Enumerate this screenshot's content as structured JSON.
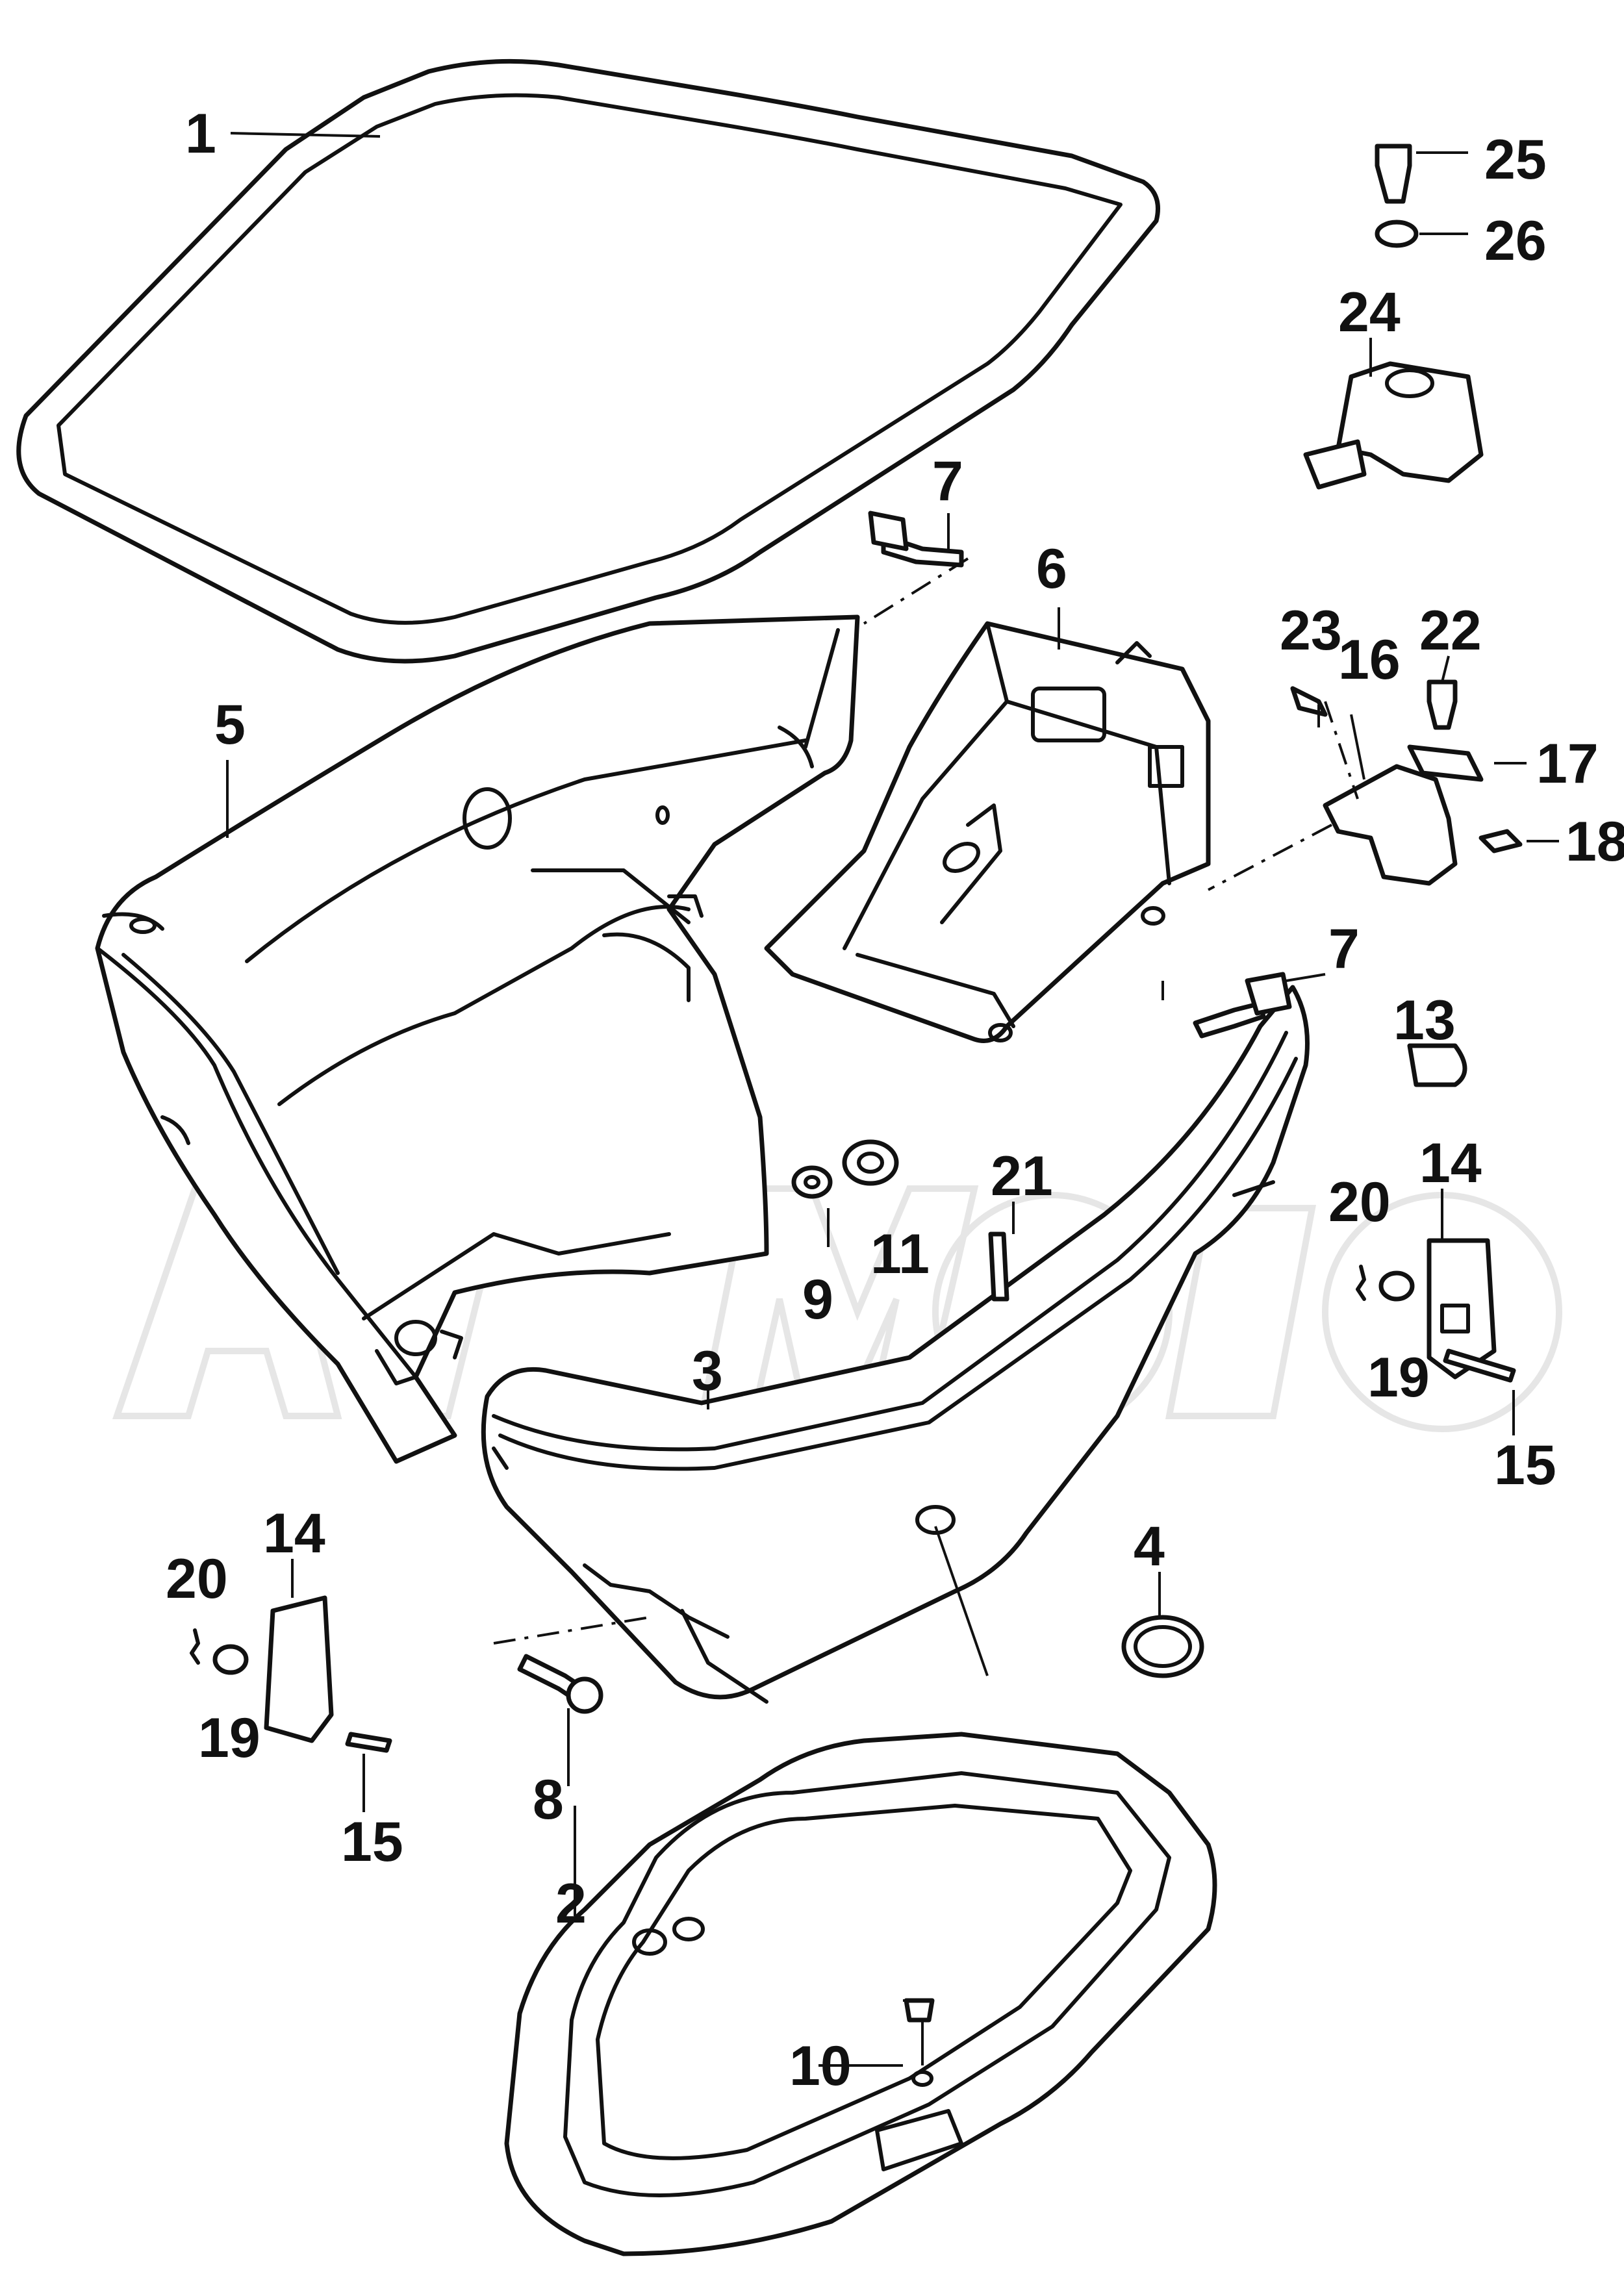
{
  "diagram": {
    "type": "exploded-parts-diagram",
    "callouts": [
      "1",
      "2",
      "3",
      "4",
      "5",
      "6",
      "7",
      "7",
      "8",
      "9",
      "10",
      "11",
      "13",
      "14",
      "14",
      "15",
      "15",
      "16",
      "17",
      "18",
      "19",
      "19",
      "20",
      "20",
      "21",
      "22",
      "23",
      "24",
      "25",
      "26"
    ],
    "colors": {
      "line": "#111111",
      "fill": "#ffffff",
      "watermark": "#e6e6e6"
    }
  }
}
